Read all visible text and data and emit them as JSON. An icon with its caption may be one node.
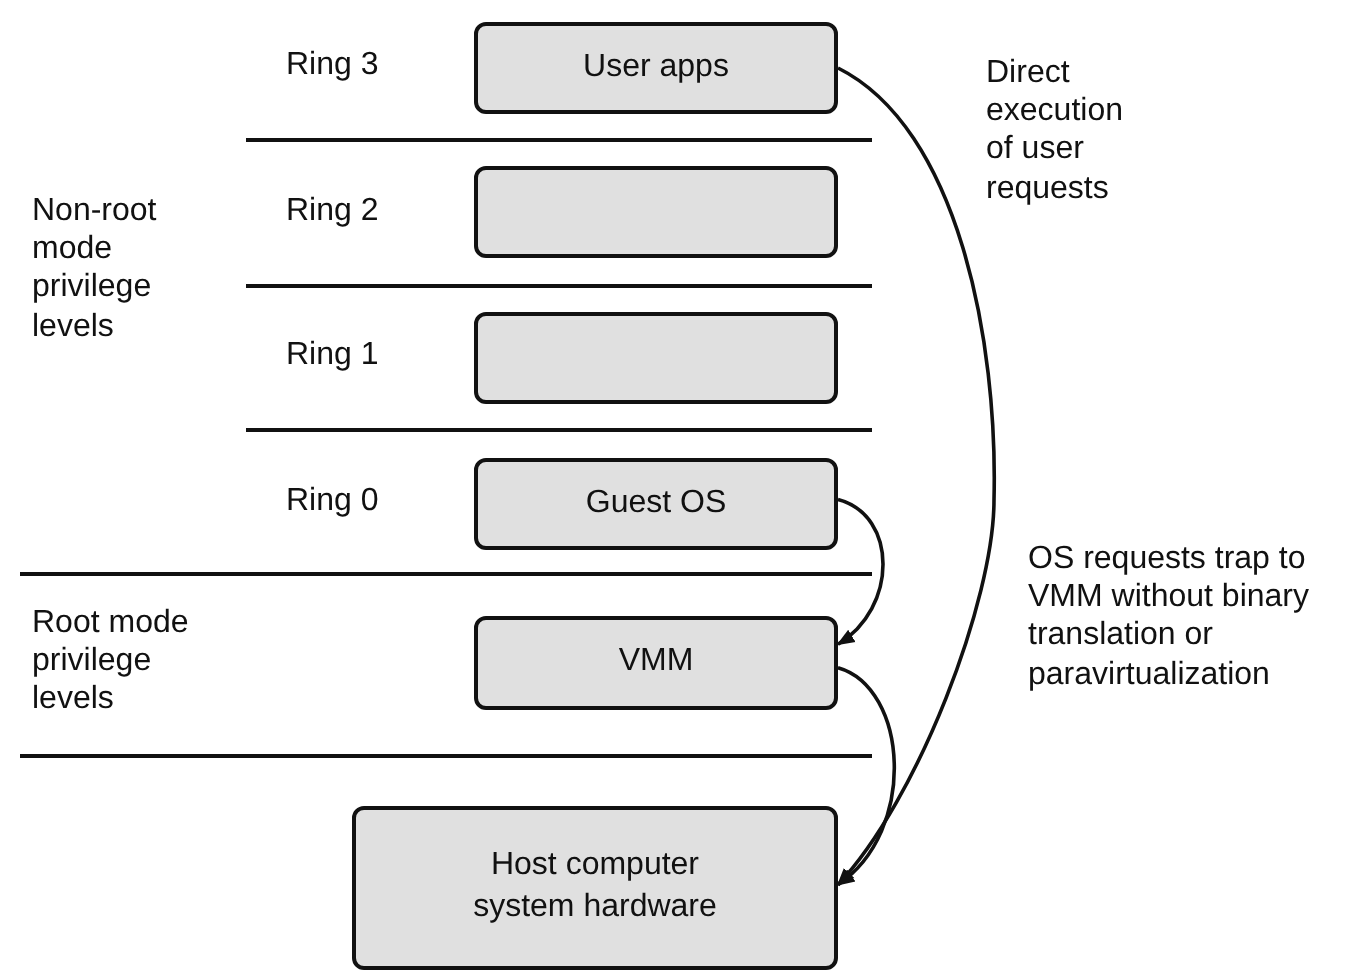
{
  "diagram": {
    "nodes": [
      {
        "text": [
          "User apps"
        ]
      },
      {
        "text": [],
        "shape": "box"
      },
      {
        "text": [],
        "shape": "box"
      },
      {
        "text": [
          "Guest OS"
        ]
      },
      {
        "text": [
          "VMM"
        ]
      },
      {
        "text": [
          "Host computer system hardware"
        ]
      }
    ],
    "edges": [
      {
        "from": 0,
        "to": 5,
        "arrow": "to"
      },
      {
        "from": 3,
        "to": 4,
        "arrow": "to"
      },
      {
        "from": 4,
        "to": 5,
        "arrow": "to"
      }
    ],
    "labels": [
      "Ring 3",
      "Direct execution of user requests",
      "Ring 2",
      "Non-root mode privilege levels",
      "Ring 1",
      "Ring 0",
      "OS requests trap to VMM without binary translation or paravirtualization",
      "Root mode privilege levels"
    ]
  }
}
